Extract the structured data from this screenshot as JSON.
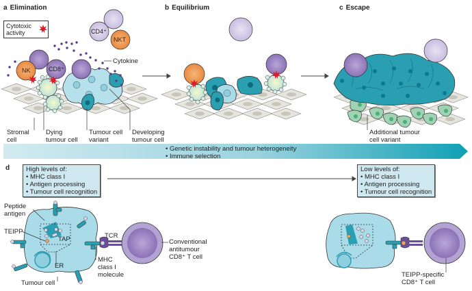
{
  "panels": {
    "a": {
      "letter": "a",
      "title": "Elimination"
    },
    "b": {
      "letter": "b",
      "title": "Equilibrium"
    },
    "c": {
      "letter": "c",
      "title": "Escape"
    },
    "d": {
      "letter": "d"
    }
  },
  "legend": {
    "text_line1": "Cytotoxic",
    "text_line2": "activity",
    "icon": "starburst-icon"
  },
  "cell_labels": {
    "cd4": "CD4⁺",
    "nkt": "NKT",
    "nk": "NK",
    "cd8": "CD8⁺",
    "cytokine": "Cytokine"
  },
  "callouts_a": {
    "stromal": [
      "Stromal",
      "cell"
    ],
    "dying": [
      "Dying",
      "tumour cell"
    ],
    "variant": [
      "Tumour cell",
      "variant"
    ],
    "developing": [
      "Developing",
      "tumour cell"
    ]
  },
  "callouts_c": {
    "additional": [
      "Additional tumour",
      "cell variant"
    ]
  },
  "band": {
    "items": [
      "• Genetic instability and tumour heterogeneity",
      "• Immune selection"
    ],
    "colors": {
      "start": "#d2ebf1",
      "end": "#10a0b5"
    }
  },
  "d_high_box": {
    "heading": "High levels of:",
    "items": [
      "• MHC class I",
      "• Antigen processing",
      "• Tumour cell recognition"
    ]
  },
  "d_low_box": {
    "heading": "Low levels of:",
    "items": [
      "• MHC class I",
      "• Antigen processing",
      "• Tumour cell recognition"
    ]
  },
  "d_labels": {
    "peptide": [
      "Peptide",
      "antigen"
    ],
    "teipp": "TEIPP",
    "tap": "TAP",
    "er": "ER",
    "tumour": "Tumour cell",
    "tcr": "TCR",
    "mhc": [
      "MHC",
      "class I",
      "molecule"
    ],
    "conventional": [
      "Conventional",
      "antitumour",
      "CD8⁺ T cell"
    ],
    "teipp_specific": [
      "TEIPP-specific",
      "CD8⁺ T cell"
    ]
  },
  "colors": {
    "tumour_light": "#a9dbe8",
    "tumour_dark": "#2a9fb2",
    "variant_green": "#9fd3b4",
    "lymph_purple": "#a48cc6",
    "lymph_light": "#d6cde6",
    "nk_orange": "#f0a260",
    "stroma": "#dcdcd4",
    "cytotoxic_red": "#e01b2a"
  }
}
